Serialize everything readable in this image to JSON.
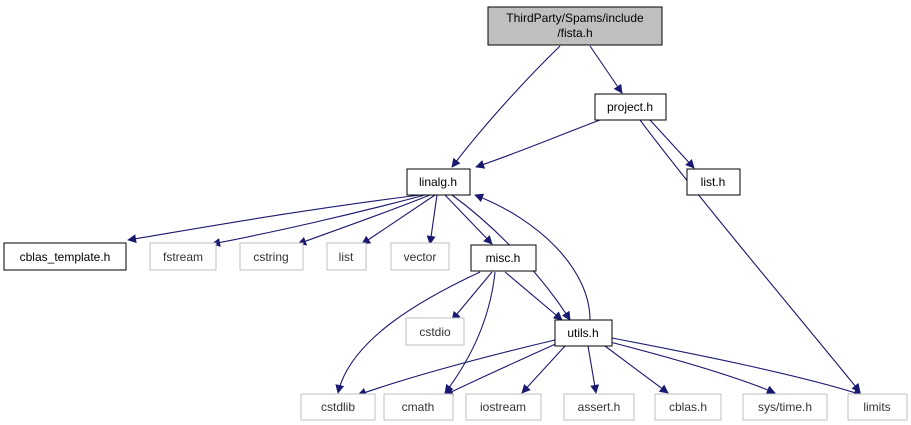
{
  "nodes": {
    "fista": {
      "line1": "ThirdParty/Spams/include",
      "line2": "/fista.h",
      "style": "focus"
    },
    "project": {
      "label": "project.h",
      "style": "doc"
    },
    "linalg": {
      "label": "linalg.h",
      "style": "doc"
    },
    "list_h": {
      "label": "list.h",
      "style": "doc"
    },
    "cblas_template": {
      "label": "cblas_template.h",
      "style": "doc"
    },
    "fstream": {
      "label": "fstream",
      "style": "sys"
    },
    "cstring": {
      "label": "cstring",
      "style": "sys"
    },
    "list": {
      "label": "list",
      "style": "sys"
    },
    "vector": {
      "label": "vector",
      "style": "sys"
    },
    "misc": {
      "label": "misc.h",
      "style": "doc"
    },
    "cstdio": {
      "label": "cstdio",
      "style": "sys"
    },
    "utils": {
      "label": "utils.h",
      "style": "doc"
    },
    "cstdlib": {
      "label": "cstdlib",
      "style": "sys"
    },
    "cmath": {
      "label": "cmath",
      "style": "sys"
    },
    "iostream": {
      "label": "iostream",
      "style": "sys"
    },
    "assert": {
      "label": "assert.h",
      "style": "sys"
    },
    "cblas": {
      "label": "cblas.h",
      "style": "sys"
    },
    "systime": {
      "label": "sys/time.h",
      "style": "sys"
    },
    "limits": {
      "label": "limits",
      "style": "sys"
    }
  },
  "edges": [
    {
      "from": "fista",
      "to": "linalg"
    },
    {
      "from": "fista",
      "to": "project"
    },
    {
      "from": "project",
      "to": "linalg"
    },
    {
      "from": "project",
      "to": "list_h"
    },
    {
      "from": "project",
      "to": "limits"
    },
    {
      "from": "linalg",
      "to": "cblas_template"
    },
    {
      "from": "linalg",
      "to": "fstream"
    },
    {
      "from": "linalg",
      "to": "cstring"
    },
    {
      "from": "linalg",
      "to": "list"
    },
    {
      "from": "linalg",
      "to": "vector"
    },
    {
      "from": "linalg",
      "to": "misc"
    },
    {
      "from": "linalg",
      "to": "utils"
    },
    {
      "from": "utils",
      "to": "linalg"
    },
    {
      "from": "misc",
      "to": "cstdio"
    },
    {
      "from": "misc",
      "to": "cstdlib"
    },
    {
      "from": "misc",
      "to": "cmath"
    },
    {
      "from": "misc",
      "to": "utils"
    },
    {
      "from": "utils",
      "to": "cstdlib"
    },
    {
      "from": "utils",
      "to": "cmath"
    },
    {
      "from": "utils",
      "to": "iostream"
    },
    {
      "from": "utils",
      "to": "assert"
    },
    {
      "from": "utils",
      "to": "cblas"
    },
    {
      "from": "utils",
      "to": "systime"
    },
    {
      "from": "utils",
      "to": "limits"
    }
  ],
  "colors": {
    "edge": "#191970",
    "doc_border": "#000000",
    "sys_border": "#bfbfbf",
    "sys_text": "#333333",
    "focus_fill": "#bfbfbf"
  }
}
